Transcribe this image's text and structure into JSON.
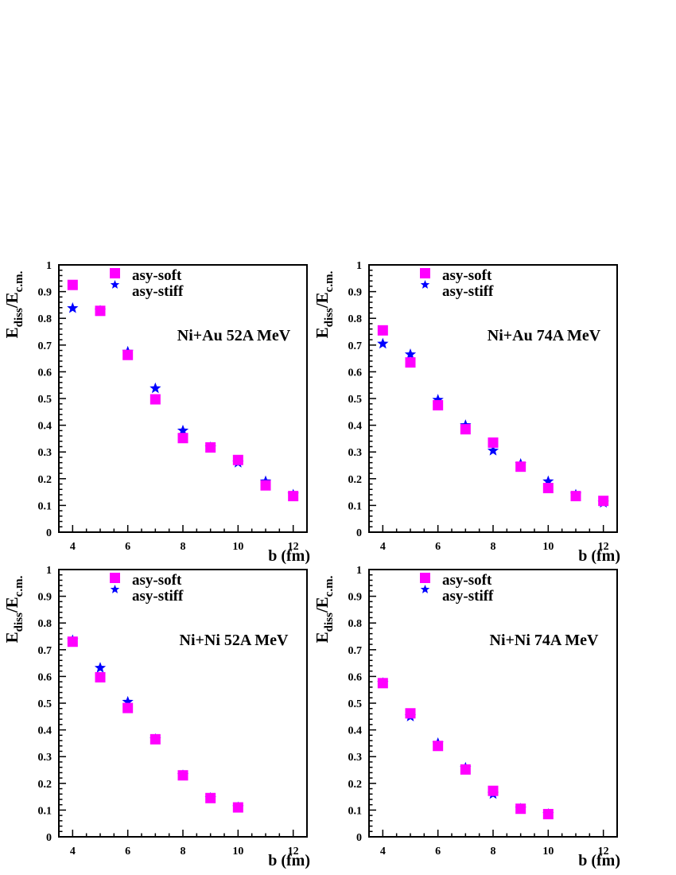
{
  "colors": {
    "asy_soft": "#ff00ff",
    "asy_stiff": "#0000ff",
    "axis": "#000000"
  },
  "legend": {
    "soft": "asy-soft",
    "stiff": "asy-stiff"
  },
  "axis_text": {
    "x": "b (fm)",
    "y_main": "E",
    "y_sub_num": "diss",
    "y_sep": "/E",
    "y_sub_den": "c.m."
  },
  "chart_data": [
    {
      "type": "scatter",
      "title": "Ni+Au 52A MeV",
      "xlabel": "b (fm)",
      "ylabel": "E_diss/E_c.m.",
      "xlim": [
        3.5,
        12.5
      ],
      "ylim": [
        0,
        1
      ],
      "xticks": [
        4,
        6,
        8,
        10,
        12
      ],
      "yticks": [
        0,
        0.1,
        0.2,
        0.3,
        0.4,
        0.5,
        0.6,
        0.7,
        0.8,
        0.9,
        1
      ],
      "legend_position": "top-left",
      "series": [
        {
          "name": "asy-soft",
          "marker": "square",
          "x": [
            4,
            5,
            6,
            7,
            8,
            9,
            10,
            11,
            12
          ],
          "y": [
            0.925,
            0.828,
            0.663,
            0.497,
            0.352,
            0.317,
            0.27,
            0.175,
            0.135
          ]
        },
        {
          "name": "asy-stiff",
          "marker": "star",
          "x": [
            4,
            5,
            6,
            7,
            8,
            9,
            10,
            11,
            12
          ],
          "y": [
            0.838,
            0.828,
            0.675,
            0.538,
            0.38,
            0.317,
            0.26,
            0.19,
            0.14
          ]
        }
      ]
    },
    {
      "type": "scatter",
      "title": "Ni+Au 74A MeV",
      "xlabel": "b (fm)",
      "ylabel": "E_diss/E_c.m.",
      "xlim": [
        3.5,
        12.5
      ],
      "ylim": [
        0,
        1
      ],
      "xticks": [
        4,
        6,
        8,
        10,
        12
      ],
      "yticks": [
        0,
        0.1,
        0.2,
        0.3,
        0.4,
        0.5,
        0.6,
        0.7,
        0.8,
        0.9,
        1
      ],
      "legend_position": "top-left",
      "series": [
        {
          "name": "asy-soft",
          "marker": "square",
          "x": [
            4,
            5,
            6,
            7,
            8,
            9,
            10,
            11,
            12
          ],
          "y": [
            0.755,
            0.635,
            0.475,
            0.385,
            0.335,
            0.245,
            0.165,
            0.135,
            0.117
          ]
        },
        {
          "name": "asy-stiff",
          "marker": "star",
          "x": [
            4,
            5,
            6,
            7,
            8,
            9,
            10,
            11,
            12
          ],
          "y": [
            0.705,
            0.665,
            0.495,
            0.4,
            0.305,
            0.255,
            0.19,
            0.14,
            0.11
          ]
        }
      ]
    },
    {
      "type": "scatter",
      "title": "Ni+Ni 52A MeV",
      "xlabel": "b (fm)",
      "ylabel": "E_diss/E_c.m.",
      "xlim": [
        3.5,
        12.5
      ],
      "ylim": [
        0,
        1
      ],
      "xticks": [
        4,
        6,
        8,
        10,
        12
      ],
      "yticks": [
        0,
        0.1,
        0.2,
        0.3,
        0.4,
        0.5,
        0.6,
        0.7,
        0.8,
        0.9,
        1
      ],
      "legend_position": "top-left",
      "series": [
        {
          "name": "asy-soft",
          "marker": "square",
          "x": [
            4,
            5,
            6,
            7,
            8,
            9,
            10
          ],
          "y": [
            0.73,
            0.597,
            0.482,
            0.365,
            0.23,
            0.145,
            0.11
          ]
        },
        {
          "name": "asy-stiff",
          "marker": "star",
          "x": [
            4,
            5,
            6,
            7,
            8,
            9,
            10
          ],
          "y": [
            0.735,
            0.632,
            0.505,
            0.365,
            0.23,
            0.145,
            0.11
          ]
        }
      ]
    },
    {
      "type": "scatter",
      "title": "Ni+Ni 74A MeV",
      "xlabel": "b (fm)",
      "ylabel": "E_diss/E_c.m.",
      "xlim": [
        3.5,
        12.5
      ],
      "ylim": [
        0,
        1
      ],
      "xticks": [
        4,
        6,
        8,
        10,
        12
      ],
      "yticks": [
        0,
        0.1,
        0.2,
        0.3,
        0.4,
        0.5,
        0.6,
        0.7,
        0.8,
        0.9,
        1
      ],
      "legend_position": "top-left",
      "series": [
        {
          "name": "asy-soft",
          "marker": "square",
          "x": [
            4,
            5,
            6,
            7,
            8,
            9,
            10
          ],
          "y": [
            0.575,
            0.462,
            0.34,
            0.252,
            0.172,
            0.105,
            0.085
          ]
        },
        {
          "name": "asy-stiff",
          "marker": "star",
          "x": [
            4,
            5,
            6,
            7,
            8,
            9,
            10
          ],
          "y": [
            0.575,
            0.45,
            0.35,
            0.258,
            0.16,
            0.105,
            0.085
          ]
        }
      ]
    }
  ]
}
